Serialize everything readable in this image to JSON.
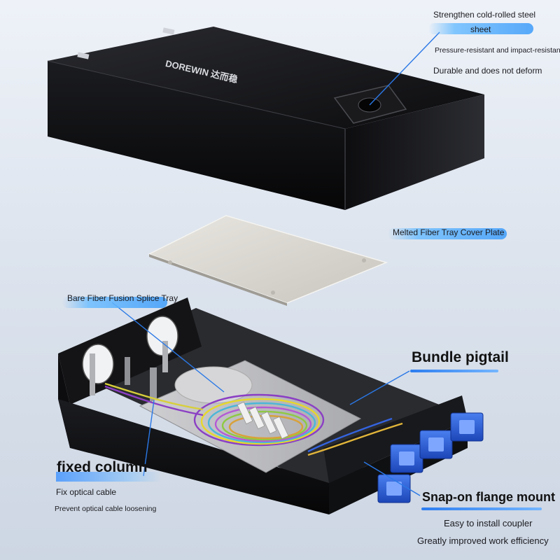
{
  "brand": {
    "logo_text": "DOREWIN 达而稳"
  },
  "labels": {
    "steel_line1": "Strengthen cold-rolled steel",
    "steel_line2": "sheet",
    "pressure": "Pressure-resistant and impact-resistant",
    "durable": "Durable and does not deform",
    "cover_plate": "Melted Fiber Tray Cover Plate",
    "splice_tray": "Bare Fiber Fusion Splice Tray",
    "bundle": "Bundle pigtail",
    "fixed_column": "fixed column",
    "fix_cable": "Fix optical cable",
    "prevent": "Prevent optical cable loosening",
    "snap": "Snap-on flange mount",
    "easy": "Easy to install coupler",
    "efficiency": "Greatly improved work efficiency"
  },
  "colors": {
    "accent_blue": "#2f80ed",
    "box_black": "#121214",
    "coupler_blue": "#2c5fd6",
    "plate_gray": "#d9d6cf"
  },
  "icons": [
    "fiber-coil",
    "sc-coupler",
    "cable-gland"
  ]
}
